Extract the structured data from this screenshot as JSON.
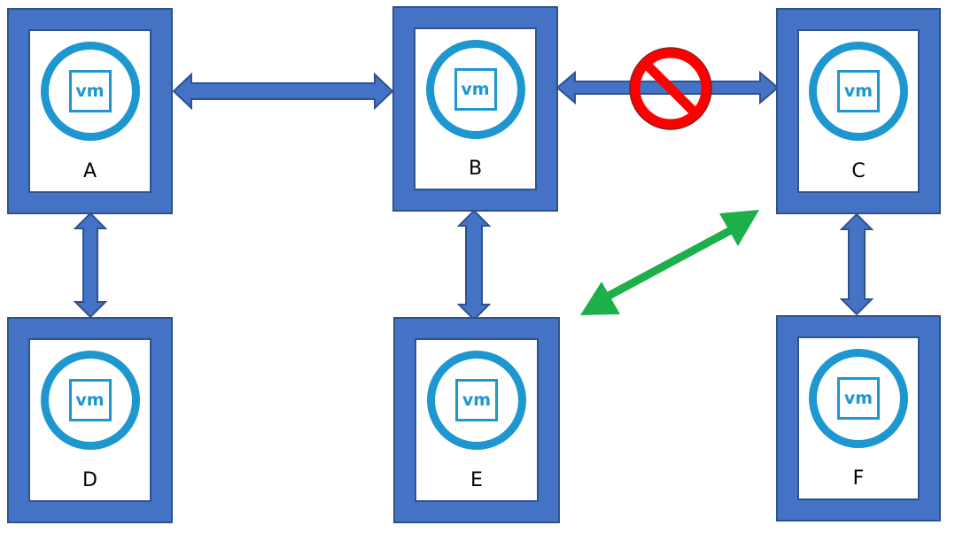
{
  "diagram": {
    "nodes": [
      {
        "id": "A",
        "label": "A",
        "logo": "vm"
      },
      {
        "id": "B",
        "label": "B",
        "logo": "vm"
      },
      {
        "id": "C",
        "label": "C",
        "logo": "vm"
      },
      {
        "id": "D",
        "label": "D",
        "logo": "vm"
      },
      {
        "id": "E",
        "label": "E",
        "logo": "vm"
      },
      {
        "id": "F",
        "label": "F",
        "logo": "vm"
      }
    ],
    "connections": [
      {
        "from": "A",
        "to": "B",
        "direction": "bidirectional",
        "status": "allowed"
      },
      {
        "from": "B",
        "to": "C",
        "direction": "bidirectional",
        "status": "blocked",
        "icon": "prohibited-icon"
      },
      {
        "from": "A",
        "to": "D",
        "direction": "bidirectional",
        "status": "allowed"
      },
      {
        "from": "B",
        "to": "E",
        "direction": "bidirectional",
        "status": "allowed"
      },
      {
        "from": "C",
        "to": "F",
        "direction": "bidirectional",
        "status": "allowed"
      },
      {
        "from": "C",
        "to": "E",
        "direction": "bidirectional",
        "status": "alternate",
        "color": "#1db04a"
      }
    ],
    "colors": {
      "node_frame": "#4472c4",
      "node_border": "#2f528f",
      "vm_logo": "#1e96d0",
      "alternate_path": "#1db04a",
      "prohibited": "#ff0000"
    }
  }
}
